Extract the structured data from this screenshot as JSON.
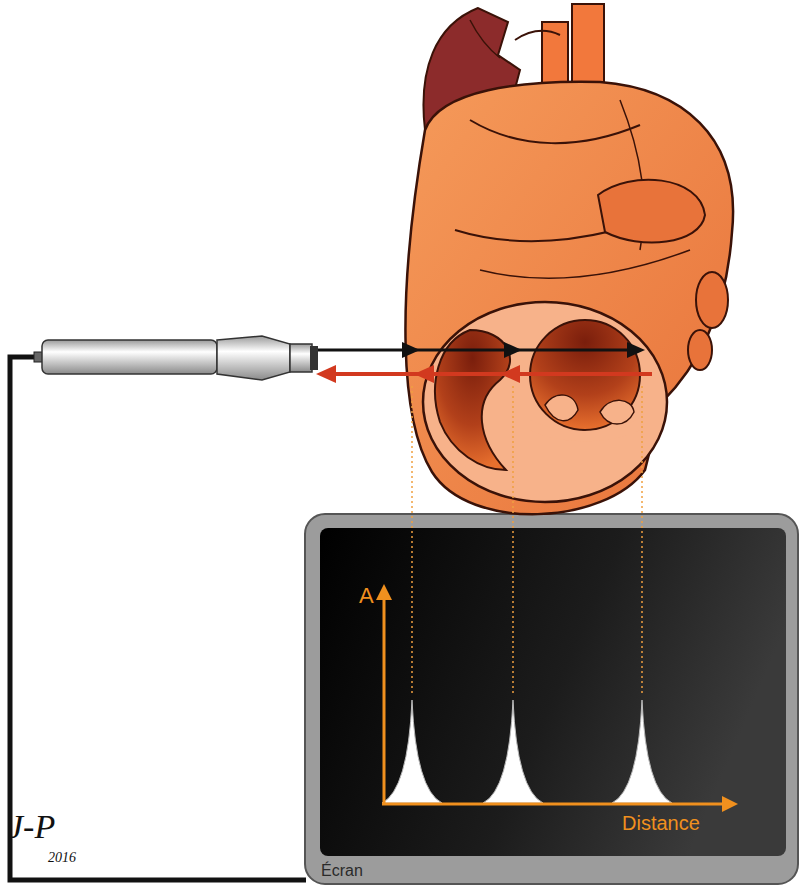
{
  "diagram": {
    "nodes": [
      {
        "text": [
          "Écran"
        ]
      }
    ],
    "labels": [
      "A",
      "Distance",
      "J-P",
      "2016"
    ]
  }
}
